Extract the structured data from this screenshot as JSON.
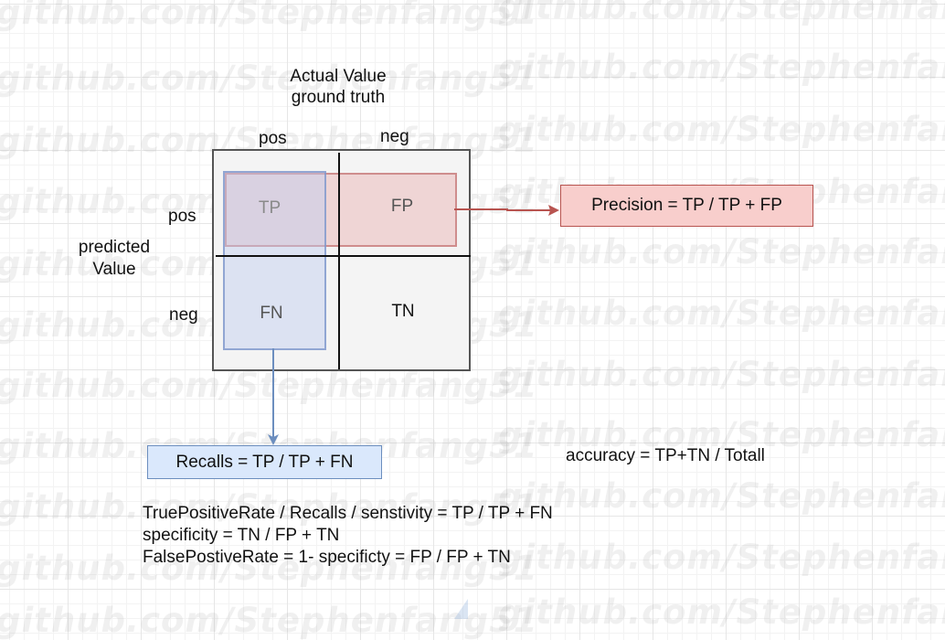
{
  "watermark": "github.com/Stephenfang51",
  "header": {
    "line1": "Actual Value",
    "line2": "ground truth"
  },
  "columns": {
    "pos": "pos",
    "neg": "neg"
  },
  "rows": {
    "pos": "pos",
    "neg": "neg"
  },
  "row_axis": {
    "line1": "predicted",
    "line2": "Value"
  },
  "cells": {
    "tp": "TP",
    "fp": "FP",
    "fn": "FN",
    "tn": "TN"
  },
  "precision": "Precision = TP / TP + FP",
  "recall": "Recalls = TP / TP + FN",
  "accuracy": "accuracy = TP+TN / Totall",
  "formulas": [
    "TruePositiveRate / Recalls / senstivity = TP / TP + FN",
    "specificity = TN / FP + TN",
    "FalsePostiveRate  = 1- specificty = FP / FP + TN"
  ],
  "colors": {
    "precision_fill": "#f8cecc",
    "precision_stroke": "#b85450",
    "recall_fill": "#dae8fc",
    "recall_stroke": "#6c8ebf"
  }
}
